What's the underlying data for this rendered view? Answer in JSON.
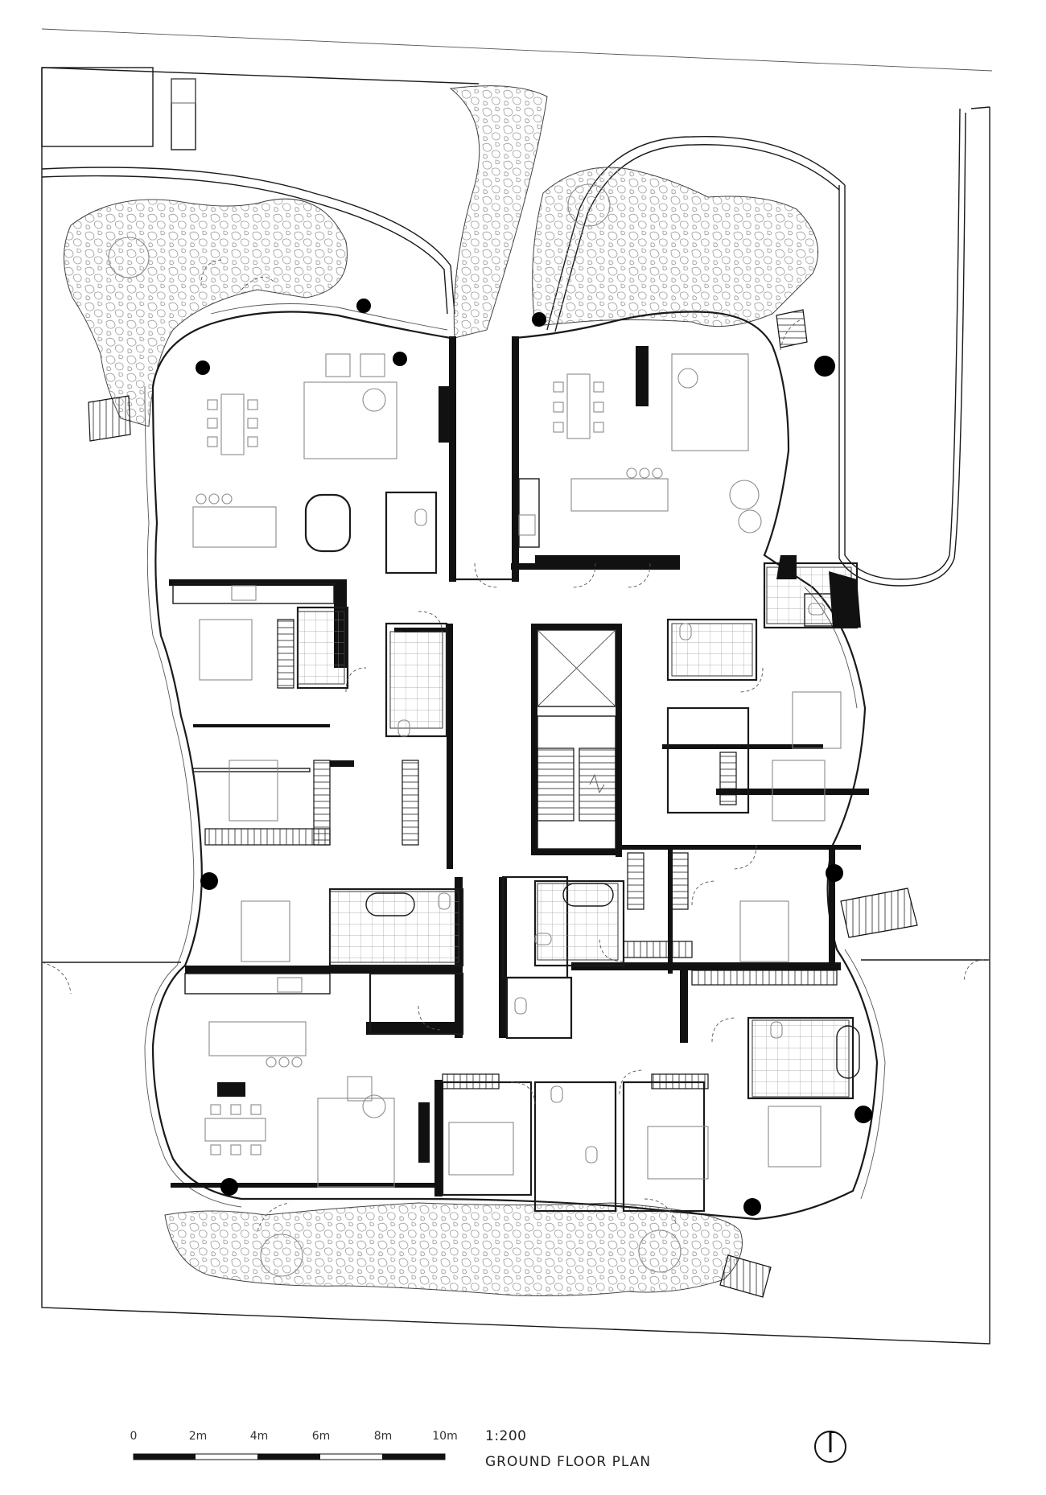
{
  "scale_bar": {
    "labels": [
      "0",
      "2m",
      "4m",
      "6m",
      "8m",
      "10m"
    ]
  },
  "drawing": {
    "scale": "1:200",
    "title": "GROUND FLOOR PLAN"
  },
  "north_arrow": {
    "icon": "north-arrow-icon"
  },
  "colors": {
    "line": "#1a1a1a",
    "wall": "#111111",
    "furniture": "#8a8a8a",
    "background": "#ffffff"
  }
}
